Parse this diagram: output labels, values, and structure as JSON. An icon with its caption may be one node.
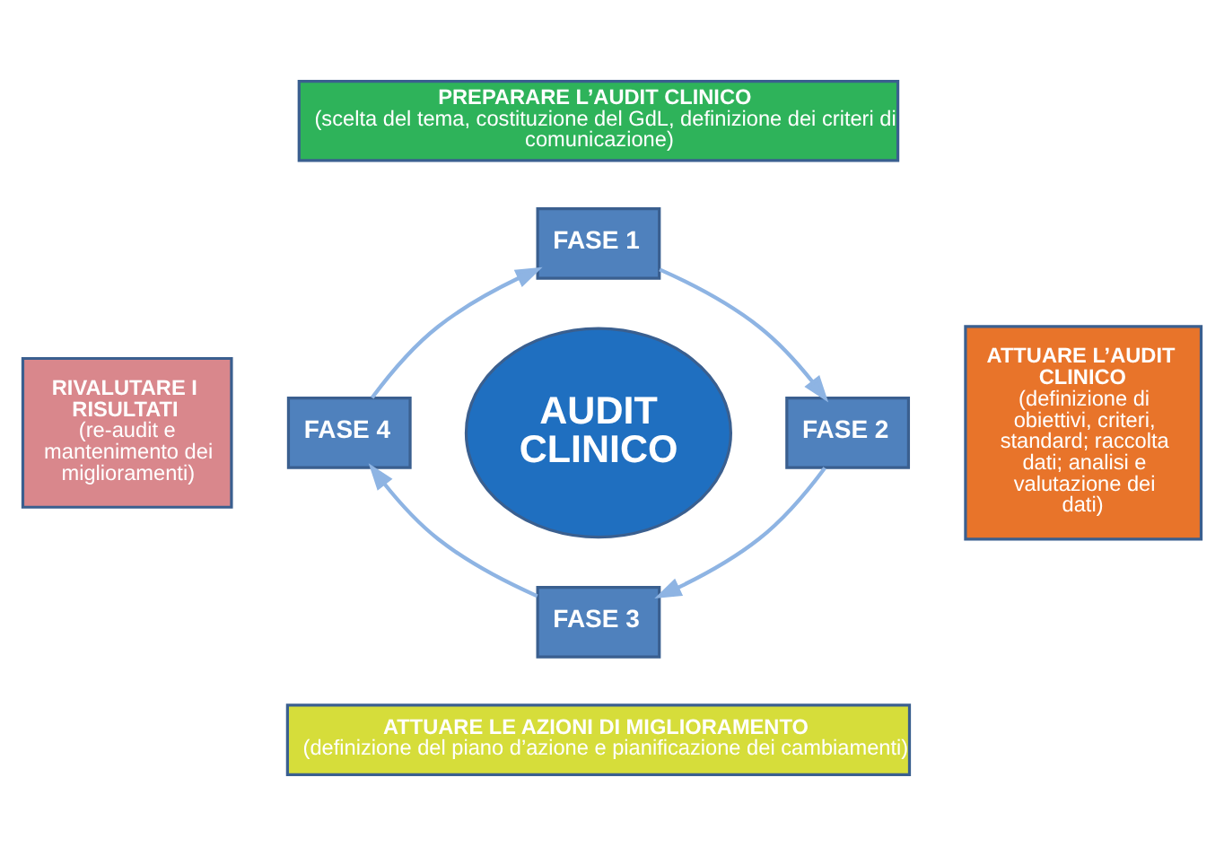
{
  "diagram": {
    "nodes": [
      {
        "text": [
          "PREPARARE L’AUDIT CLINICO",
          "(scelta del tema, costituzione del GdL, definizione dei criteri di comunicazione)"
        ]
      },
      {
        "text": [
          "FASE 1"
        ]
      },
      {
        "text": [
          "RIVALUTARE I RISULTATI",
          "(re-audit e mantenimento dei miglioramenti)"
        ]
      },
      {
        "text": [
          "FASE 4"
        ]
      },
      {
        "text": [
          "AUDIT CLINICO"
        ]
      },
      {
        "text": [
          "FASE 2"
        ]
      },
      {
        "text": [
          "ATTUARE L’AUDIT CLINICO",
          "(definizione di obiettivi, criteri, standard; raccolta dati; analisi e valutazione dei dati)"
        ]
      },
      {
        "text": [
          "FASE 3"
        ]
      },
      {
        "text": [
          "ATTUARE LE AZIONI DI MIGLIORAMENTO",
          "(definizione del piano d’azione e pianificazione dei cambiamenti)"
        ]
      }
    ],
    "edges": [
      {
        "from": 1,
        "to": 5,
        "arrow": "to"
      },
      {
        "from": 5,
        "to": 7,
        "arrow": "to"
      },
      {
        "from": 7,
        "to": 3,
        "arrow": "to"
      },
      {
        "from": 3,
        "to": 1,
        "arrow": "to"
      }
    ]
  }
}
